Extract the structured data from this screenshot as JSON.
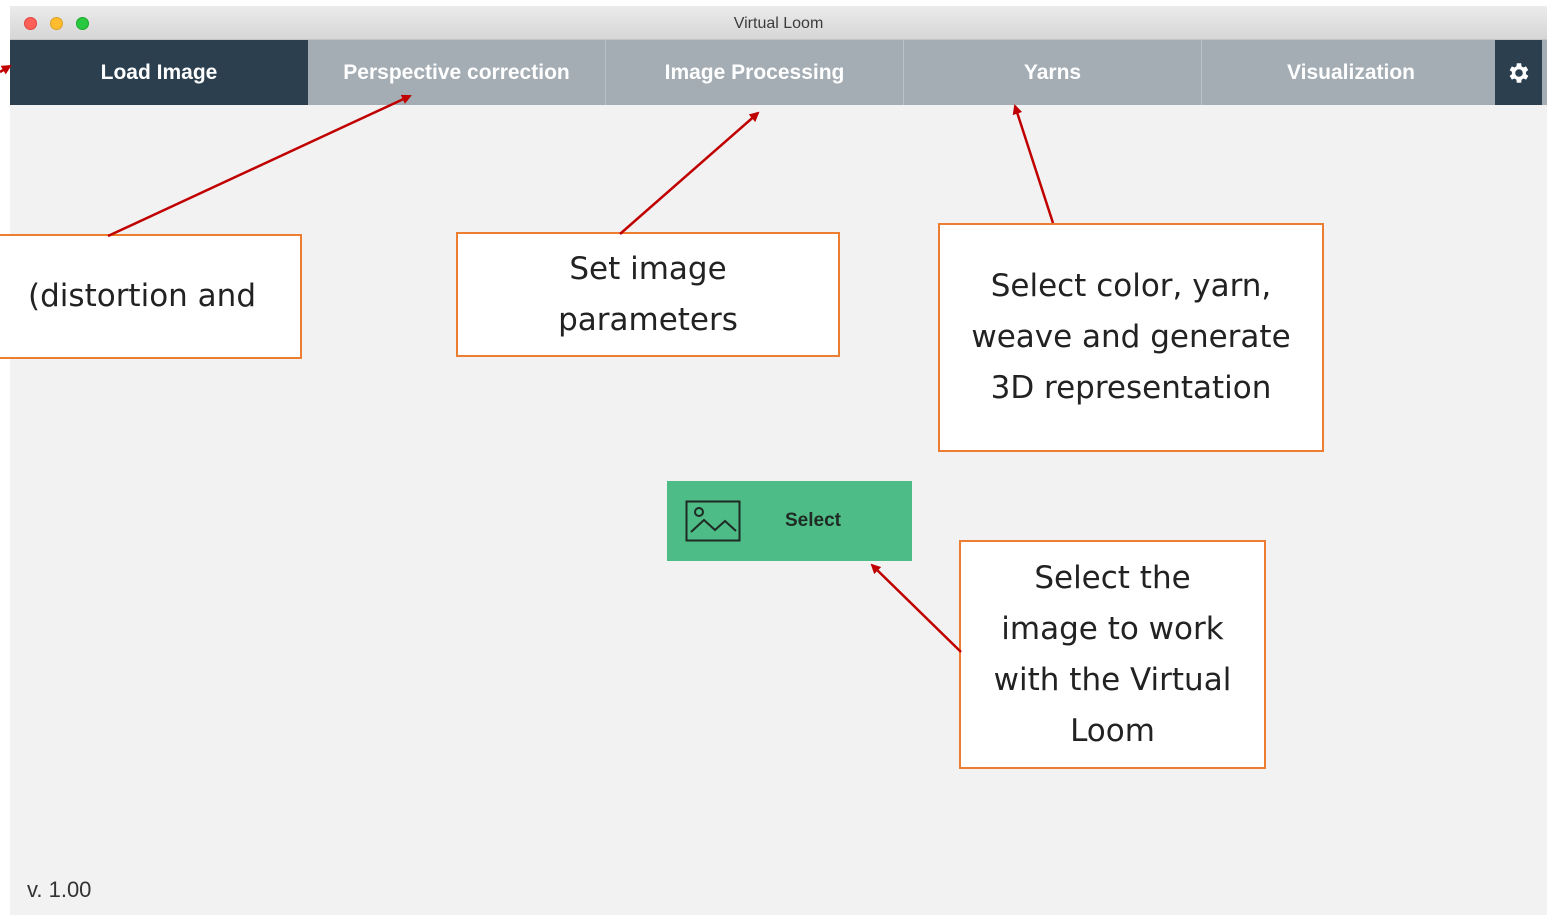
{
  "window": {
    "title": "Virtual Loom"
  },
  "tabs": [
    {
      "label": "Load Image",
      "active": true
    },
    {
      "label": "Perspective correction",
      "active": false
    },
    {
      "label": "Image Processing",
      "active": false
    },
    {
      "label": "Yarns",
      "active": false
    },
    {
      "label": "Visualization",
      "active": false
    }
  ],
  "settings": {
    "icon": "gear-icon"
  },
  "main": {
    "select_button": {
      "label": "Select",
      "icon": "image-icon"
    },
    "version": "v. 1.00"
  },
  "annotations": {
    "perspective": "(distortion and",
    "image_processing": "Set image parameters",
    "yarns": "Select color, yarn, weave and generate 3D representation",
    "select": "Select the image to work with the Virtual Loom"
  },
  "colors": {
    "tab_active": "#2b3f4f",
    "tab_inactive": "#a4adb4",
    "select_button": "#4dbc86",
    "callout_border": "#ed7d31",
    "arrow": "#c00000"
  }
}
